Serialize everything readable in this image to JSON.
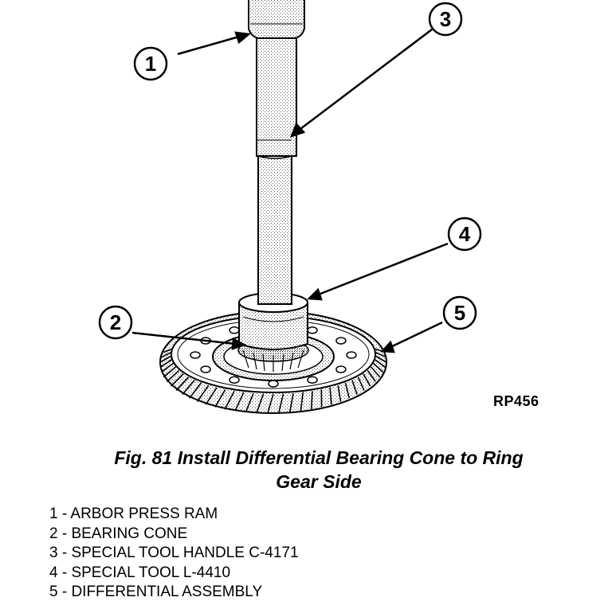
{
  "figure": {
    "code": "RP456",
    "caption_line1": "Fig. 81 Install Differential Bearing Cone to Ring",
    "caption_line2": "Gear Side"
  },
  "callouts": [
    "1",
    "2",
    "3",
    "4",
    "5"
  ],
  "legend": [
    "1 - ARBOR PRESS RAM",
    "2 - BEARING CONE",
    "3 - SPECIAL TOOL HANDLE C-4171",
    "4 - SPECIAL TOOL L-4410",
    "5 - DIFFERENTIAL ASSEMBLY"
  ]
}
